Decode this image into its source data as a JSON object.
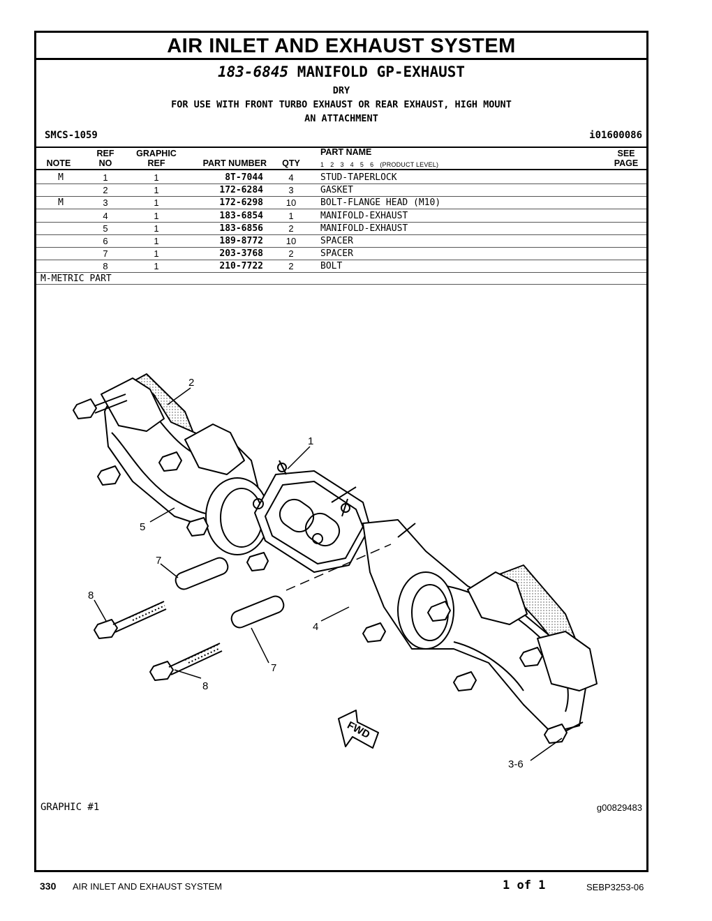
{
  "header": {
    "system_title": "AIR INLET AND EXHAUST SYSTEM",
    "group_number": "183-6845",
    "group_name": "MANIFOLD GP-EXHAUST",
    "subtitle_1": "DRY",
    "subtitle_2": "FOR USE WITH FRONT TURBO EXHAUST OR REAR EXHAUST, HIGH MOUNT",
    "subtitle_3": "AN ATTACHMENT",
    "smcs": "SMCS-1059",
    "ident": "i01600086"
  },
  "columns": {
    "note": "NOTE",
    "ref_top": "REF",
    "ref_bottom": "NO",
    "gref_top": "GRAPHIC",
    "gref_bottom": "REF",
    "part_number": "PART NUMBER",
    "qty": "QTY",
    "part_name": "PART NAME",
    "see_top": "SEE",
    "see_bottom": "PAGE",
    "levels": [
      "1",
      "2",
      "3",
      "4",
      "5",
      "6"
    ],
    "level_label": "(PRODUCT LEVEL)"
  },
  "parts": [
    {
      "note": "M",
      "ref": "1",
      "gref": "1",
      "pn": "8T-7044",
      "qty": "4",
      "name": "STUD-TAPERLOCK"
    },
    {
      "note": "",
      "ref": "2",
      "gref": "1",
      "pn": "172-6284",
      "qty": "3",
      "name": "GASKET"
    },
    {
      "note": "M",
      "ref": "3",
      "gref": "1",
      "pn": "172-6298",
      "qty": "10",
      "name": "BOLT-FLANGE HEAD (M10)"
    },
    {
      "note": "",
      "ref": "4",
      "gref": "1",
      "pn": "183-6854",
      "qty": "1",
      "name": "MANIFOLD-EXHAUST"
    },
    {
      "note": "",
      "ref": "5",
      "gref": "1",
      "pn": "183-6856",
      "qty": "2",
      "name": "MANIFOLD-EXHAUST"
    },
    {
      "note": "",
      "ref": "6",
      "gref": "1",
      "pn": "189-8772",
      "qty": "10",
      "name": "SPACER"
    },
    {
      "note": "",
      "ref": "7",
      "gref": "1",
      "pn": "203-3768",
      "qty": "2",
      "name": "SPACER"
    },
    {
      "note": "",
      "ref": "8",
      "gref": "1",
      "pn": "210-7722",
      "qty": "2",
      "name": "BOLT"
    }
  ],
  "metric_note": "M-METRIC PART",
  "graphic": {
    "label": "GRAPHIC #1",
    "id": "g00829483",
    "callouts": {
      "c1": "1",
      "c2": "2",
      "c3_6": "3-6",
      "c4": "4",
      "c5": "5",
      "c7a": "7",
      "c7b": "7",
      "c8a": "8",
      "c8b": "8"
    },
    "fwd": "FWD"
  },
  "footer": {
    "page": "330",
    "system": "AIR INLET AND EXHAUST SYSTEM",
    "count": "1 of 1",
    "doc": "SEBP3253-06"
  }
}
